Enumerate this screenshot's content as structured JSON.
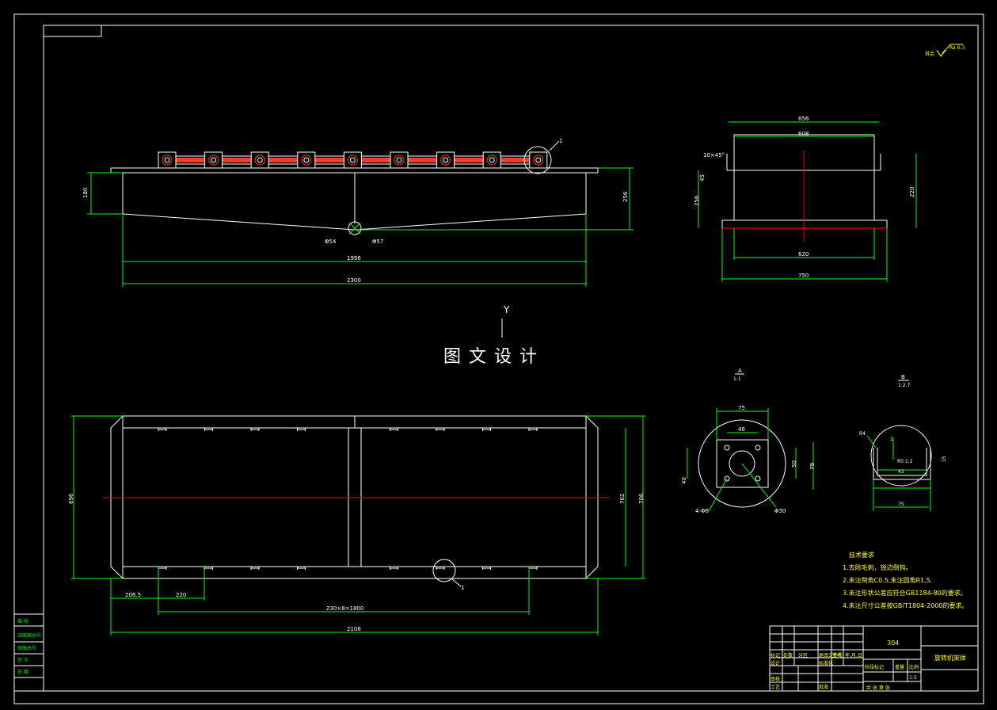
{
  "caption": "图文设计",
  "axis_label": "Y",
  "colors": {
    "frame": "#ffffff",
    "dimension": "#00ff00",
    "centerline": "#ff0000",
    "yellow_text": "#ffff00",
    "cyan_text": "#00ffff"
  },
  "front_view": {
    "dims": {
      "d1": "180",
      "d2": "256",
      "d3": "1996",
      "d4": "2300",
      "d5": "Φ54",
      "d6": "Φ57"
    },
    "detail_ref": "1"
  },
  "side_view": {
    "dims": {
      "w1": "656",
      "w2": "608",
      "h1": "256",
      "h2": "220",
      "h3": "45",
      "c1": "10×45°",
      "b1": "620",
      "b2": "750"
    }
  },
  "plan_view": {
    "dims": {
      "h1": "696",
      "h2": "762",
      "h3": "706",
      "l1": "206.5",
      "l2": "220",
      "l3": "230×8=1800",
      "l4": "2108"
    },
    "detail_ref": "1"
  },
  "detail_a": {
    "label": "A",
    "scale": "1:1",
    "dims": {
      "d1": "75",
      "d2": "46",
      "d3": "40",
      "d4": "50",
      "d5": "79",
      "d6": "4-Φ6",
      "d7": "Φ30"
    }
  },
  "detail_b": {
    "label": "B",
    "scale": "1:2.7",
    "dims": {
      "d1": "R4",
      "d2": "1",
      "d3": "R0.1:2",
      "d4": "43",
      "d5": "75",
      "d6": "15"
    }
  },
  "roughness": {
    "label": "其余",
    "value": "Ra 6.3"
  },
  "tech_notes": {
    "title": "技术要求",
    "items": [
      "1.去除毛刺，锐边倒钝。",
      "2.未注倒角C0.5,未注圆角R1.5.",
      "3.未注形状公差应符合GB1184-80的要求。",
      "4.未注尺寸公差按GB/T1804-2000的要求。"
    ]
  },
  "title_block": {
    "material": "304",
    "part_name": "旋转机架体",
    "scale": "1:5",
    "labels": {
      "mark": "标记",
      "count": "处数",
      "zone": "分区",
      "change_no": "更改文件号",
      "sign": "签名",
      "date": "年.月.日",
      "designer": "设计",
      "standard": "标准化",
      "stage": "阶段标记",
      "weight": "重量",
      "ratio": "比例",
      "review": "审核",
      "process": "工艺",
      "approve": "批准",
      "sheets": "共  张  第  张"
    }
  },
  "left_stamps": [
    "描 校",
    "旧底图总号",
    "底图总号",
    "签 字",
    "日 期"
  ]
}
